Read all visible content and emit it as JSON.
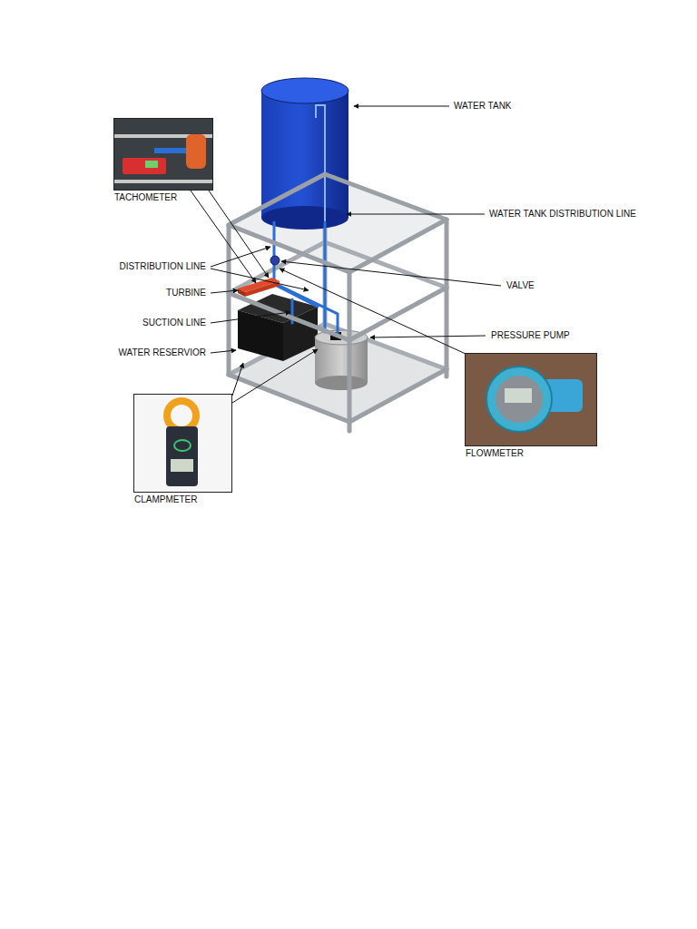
{
  "diagram": {
    "nodes": [
      {
        "text": [
          "TACHOMETER"
        ]
      },
      {
        "text": [
          "CLAMPMETER"
        ]
      },
      {
        "text": [
          "FLOWMETER"
        ]
      }
    ],
    "labels": [
      "WATER TANK",
      "WATER TANK DISTRIBUTION LINE",
      "DISTRIBUTION LINE",
      "VALVE",
      "TURBINE",
      "SUCTION LINE",
      "PRESSURE PUMP",
      "WATER RESERVIOR"
    ]
  }
}
